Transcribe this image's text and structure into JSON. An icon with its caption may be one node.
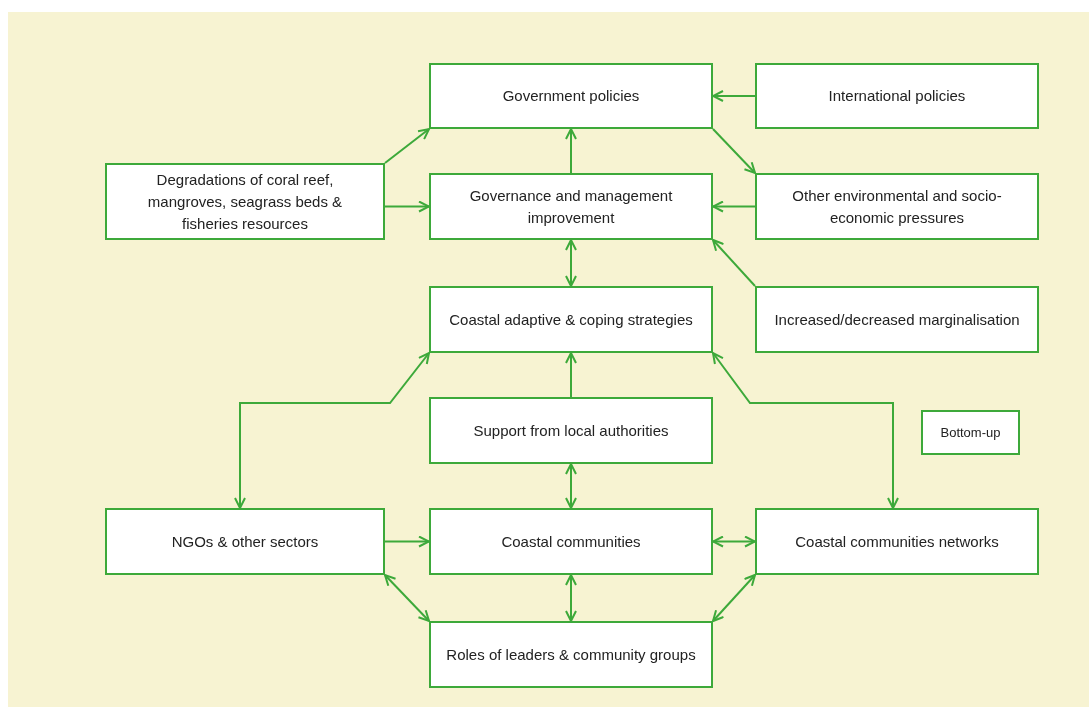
{
  "diagram": {
    "nodes": [
      {
        "text": [
          "Government policies"
        ]
      },
      {
        "text": [
          "International policies"
        ]
      },
      {
        "text": [
          "Degradations of coral reef, mangroves, seagrass beds & fisheries resources"
        ]
      },
      {
        "text": [
          "Governance and management improvement"
        ]
      },
      {
        "text": [
          "Other environmental and socio-economic pressures"
        ]
      },
      {
        "text": [
          "Coastal adaptive & coping strategies"
        ]
      },
      {
        "text": [
          "Increased/decreased marginalisation"
        ]
      },
      {
        "text": [
          "Support from local authorities"
        ]
      },
      {
        "text": [
          "Bottom-up"
        ]
      },
      {
        "text": [
          "NGOs & other sectors"
        ]
      },
      {
        "text": [
          "Coastal communities"
        ]
      },
      {
        "text": [
          "Coastal communities networks"
        ]
      },
      {
        "text": [
          "Roles of leaders & community groups"
        ]
      }
    ],
    "edges": [
      {
        "from": 1,
        "to": 0,
        "arrow": "to"
      },
      {
        "from": 3,
        "to": 0,
        "arrow": "to"
      },
      {
        "from": 0,
        "to": 4,
        "arrow": "to"
      },
      {
        "from": 2,
        "to": 0,
        "arrow": "to"
      },
      {
        "from": 2,
        "to": 3,
        "arrow": "to"
      },
      {
        "from": 4,
        "to": 3,
        "arrow": "to"
      },
      {
        "from": 3,
        "to": 5,
        "arrow": "both"
      },
      {
        "from": 6,
        "to": 3,
        "arrow": "to"
      },
      {
        "from": 7,
        "to": 5,
        "arrow": "to"
      },
      {
        "from": 9,
        "to": 5,
        "arrow": "both"
      },
      {
        "from": 11,
        "to": 5,
        "arrow": "both"
      },
      {
        "from": 7,
        "to": 10,
        "arrow": "both"
      },
      {
        "from": 9,
        "to": 10,
        "arrow": "to"
      },
      {
        "from": 10,
        "to": 11,
        "arrow": "both"
      },
      {
        "from": 10,
        "to": 12,
        "arrow": "both"
      },
      {
        "from": 9,
        "to": 12,
        "arrow": "both"
      },
      {
        "from": 11,
        "to": 12,
        "arrow": "both"
      }
    ]
  }
}
